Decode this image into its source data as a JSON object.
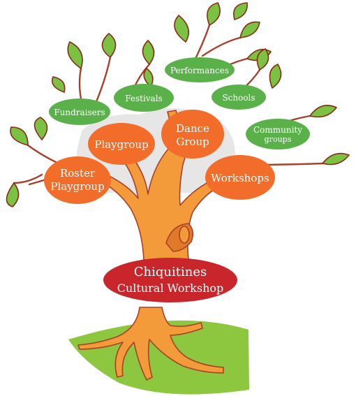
{
  "colors": {
    "trunk": "#f39a3a",
    "trunk_outline": "#a8402a",
    "leaf": "#7cc242",
    "leaf_outline": "#8a2a1a",
    "canopy": "#e6e6e6",
    "ground": "#8dc63f",
    "green_node": "#5ab14a",
    "orange_node": "#f26c2a",
    "red_node": "#c9262c"
  },
  "center": {
    "line1": "Chiquitines",
    "line2": "Cultural Workshop"
  },
  "orange_nodes": [
    {
      "id": "roster",
      "line1": "Roster",
      "line2": "Playgroup"
    },
    {
      "id": "playgroup",
      "line1": "Playgroup",
      "line2": ""
    },
    {
      "id": "dance",
      "line1": "Dance",
      "line2": "Group"
    },
    {
      "id": "workshops",
      "line1": "Workshops",
      "line2": ""
    }
  ],
  "green_nodes": [
    {
      "id": "fundraisers",
      "line1": "Fundraisers",
      "line2": ""
    },
    {
      "id": "festivals",
      "line1": "Festivals",
      "line2": ""
    },
    {
      "id": "performances",
      "line1": "Performances",
      "line2": ""
    },
    {
      "id": "schools",
      "line1": "Schools",
      "line2": ""
    },
    {
      "id": "community",
      "line1": "Community",
      "line2": "groups"
    }
  ]
}
